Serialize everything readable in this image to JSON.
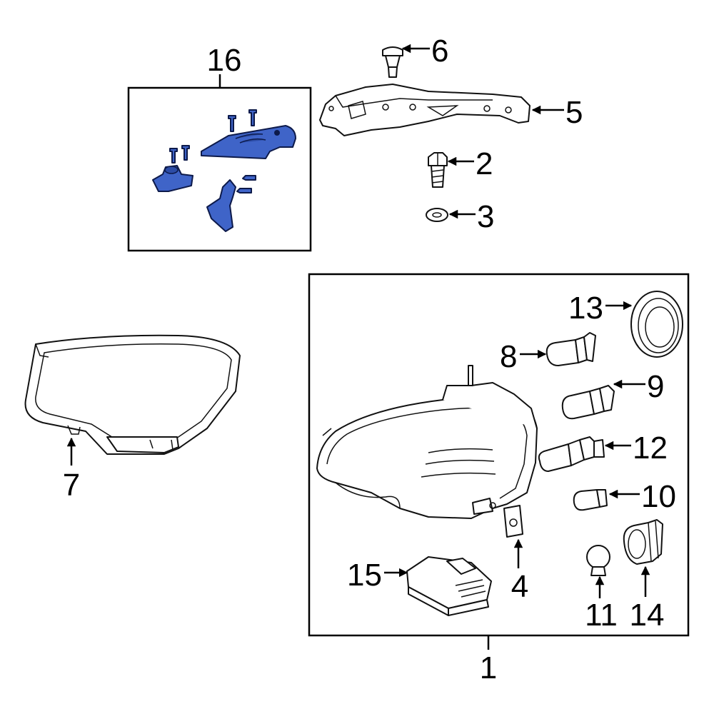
{
  "callouts": {
    "c1": "1",
    "c2": "2",
    "c3": "3",
    "c4": "4",
    "c5": "5",
    "c6": "6",
    "c7": "7",
    "c8": "8",
    "c9": "9",
    "c10": "10",
    "c11": "11",
    "c12": "12",
    "c13": "13",
    "c14": "14",
    "c15": "15",
    "c16": "16"
  },
  "colors": {
    "highlight": "#3f64c8",
    "line": "#111111",
    "background": "#ffffff"
  }
}
